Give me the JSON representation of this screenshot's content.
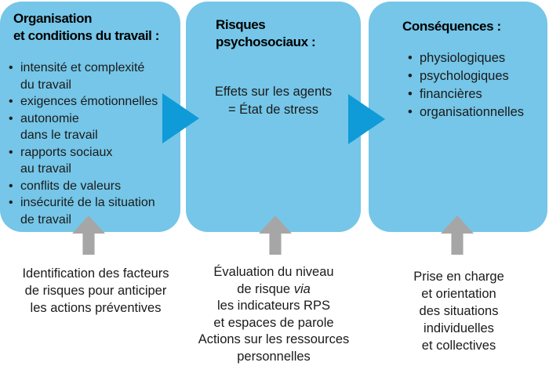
{
  "diagram": {
    "colors": {
      "box_fill": "#75C6E8",
      "flow_arrow": "#0F9BD7",
      "up_arrow": "#A6A6A6",
      "text": "#1A1A1A"
    },
    "boxes": [
      {
        "title": "Organisation\net conditions du travail :",
        "bullets": [
          "intensité et complexité\ndu travail",
          "exigences émotionnelles",
          "autonomie\ndans le travail",
          "rapports sociaux\nau travail",
          "conflits de valeurs",
          "insécurité de la situation\nde travail"
        ]
      },
      {
        "title": "Risques\npsychosociaux :",
        "body": "Effets sur les agents\n= État de stress"
      },
      {
        "title": "Conséquences :",
        "bullets": [
          "physiologiques",
          "psychologiques",
          "financières",
          "organisationnelles"
        ]
      }
    ],
    "captions": [
      {
        "text": "Identification des facteurs\nde risques pour anticiper\nles actions préventives"
      },
      {
        "before": "Évaluation du niveau\nde risque ",
        "italic": "via",
        "after": "\nles indicateurs RPS\net espaces de parole\nActions sur les ressources\npersonnelles"
      },
      {
        "text": "Prise en charge\net orientation\ndes situations\nindividuelles\net collectives"
      }
    ]
  }
}
